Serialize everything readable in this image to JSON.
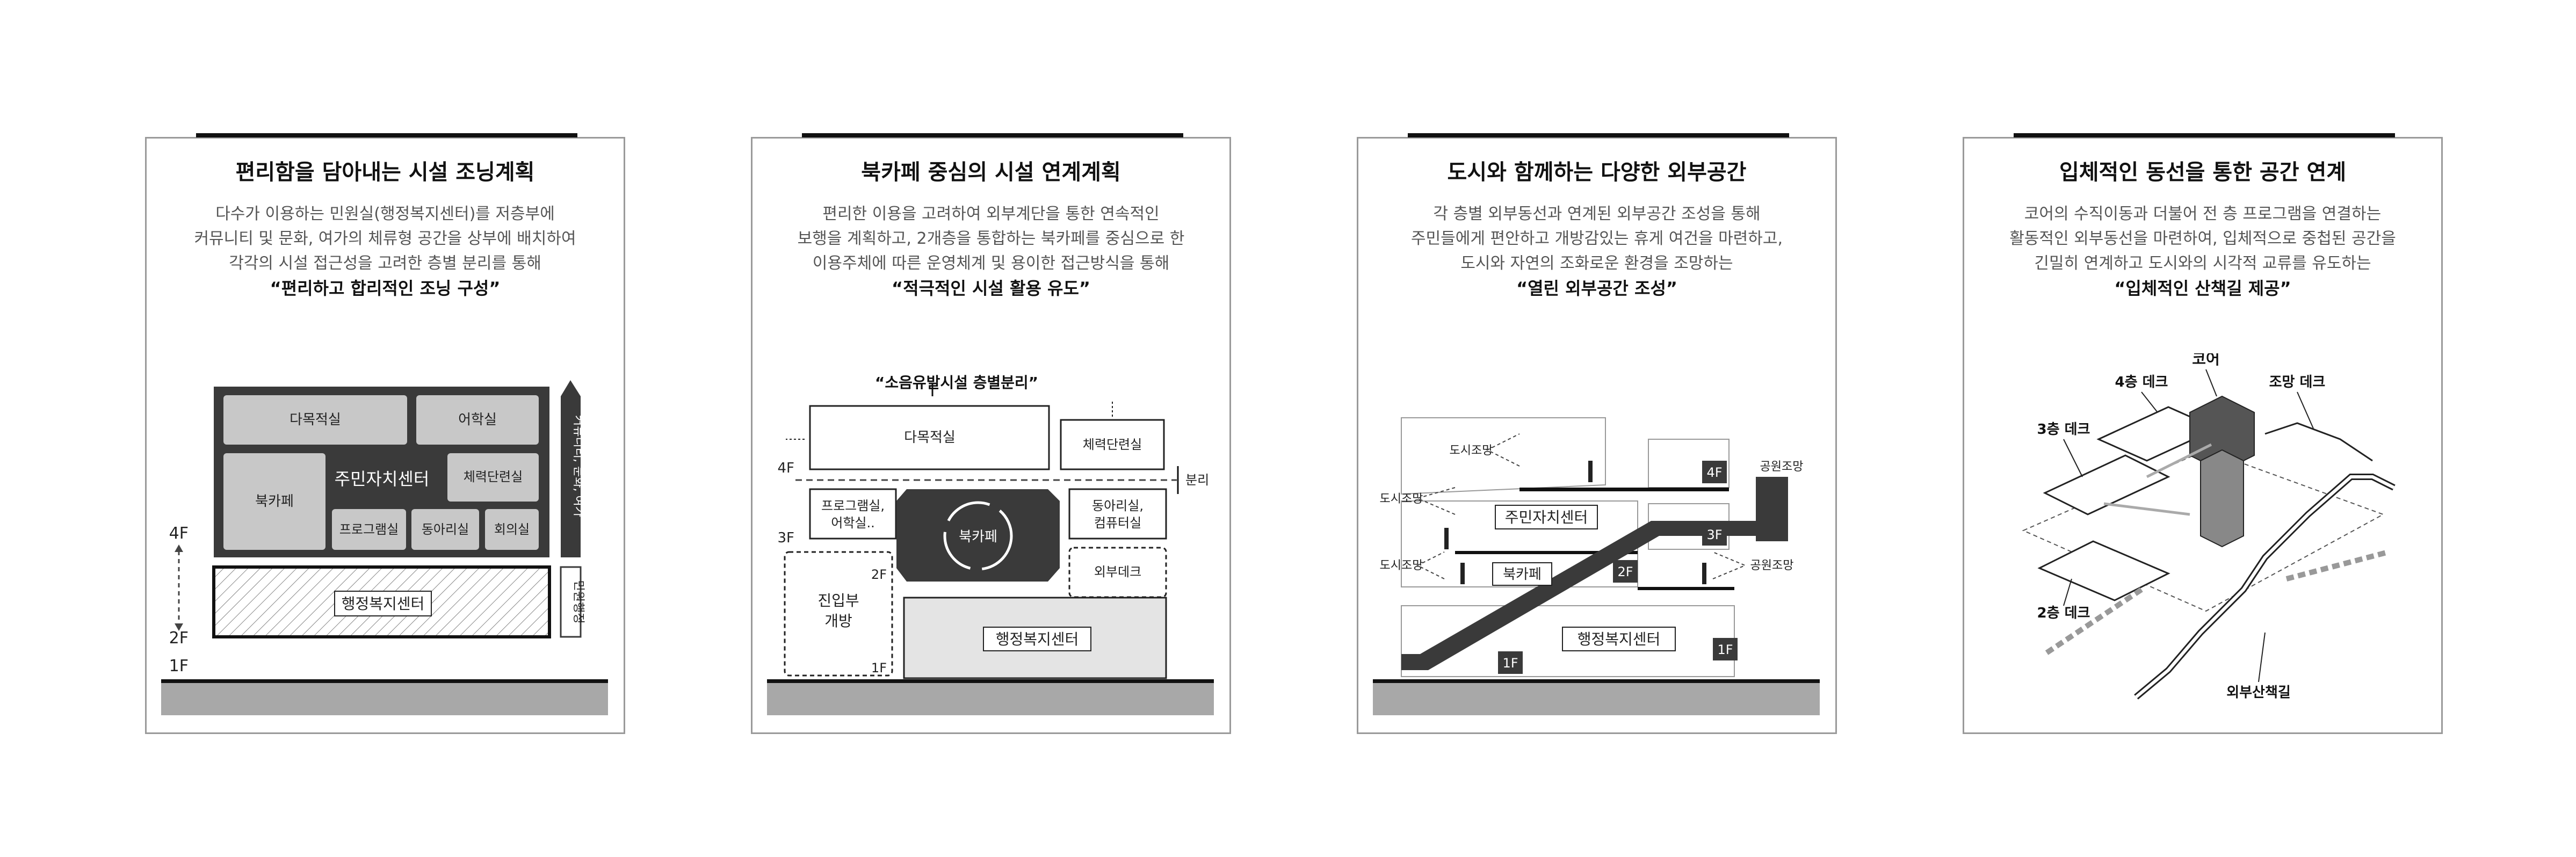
{
  "panels": [
    {
      "title": "편리함을 담아내는 시설 조닝계획",
      "desc": [
        "다수가 이용하는 민원실(행정복지센터)를 저층부에",
        "커뮤니티 및 문화, 여가의 체류형 공간을 상부에 배치하여",
        "각각의 시설 접근성을 고려한 층별 분리를 통해"
      ],
      "quote": "“편리하고 합리적인 조닝 구성”",
      "labels": {
        "f4": "4F",
        "f2": "2F",
        "f1": "1F",
        "multi": "다목적실",
        "lang": "어학실",
        "center": "주민자치센터",
        "fitness": "체력단련실",
        "bookcafe": "북카페",
        "program": "프로그램실",
        "club": "동아리실",
        "meeting": "회의실",
        "admin": "행정복지센터",
        "side_top": "커뮤니티, 문화, 여가",
        "side_bottom": "민원행정"
      }
    },
    {
      "title": "북카페 중심의 시설 연계계획",
      "desc": [
        "편리한 이용을 고려하여 외부계단을 통한 연속적인",
        "보행을 계획하고, 2개층을 통합하는 북카페를 중심으로 한",
        "이용주체에 따른 운영체계 및 용이한 접근방식을 통해"
      ],
      "quote": "“적극적인 시설 활용 유도”",
      "labels": {
        "noise": "“소음유발시설 층별분리”",
        "multi": "다목적실",
        "fitness": "체력단련실",
        "separate": "분리",
        "f4": "4F",
        "f3": "3F",
        "f2": "2F",
        "f1": "1F",
        "program": "프로그램실,",
        "program2": "어학실..",
        "bookcafe": "북카페",
        "club": "동아리실,",
        "club2": "컴퓨터실",
        "outdeck": "외부데크",
        "entry": "진입부",
        "entry2": "개방",
        "admin": "행정복지센터"
      }
    },
    {
      "title": "도시와 함께하는 다양한 외부공간",
      "desc": [
        "각 층별 외부동선과 연계된 외부공간 조성을 통해",
        "주민들에게 편안하고 개방감있는 휴게 여건을 마련하고,",
        "도시와 자연의 조화로운 환경을 조망하는"
      ],
      "quote": "“열린 외부공간 조성”",
      "labels": {
        "cityview": "도시조망",
        "parkview": "공원조망",
        "center": "주민자치센터",
        "bookcafe": "북카페",
        "admin": "행정복지센터",
        "f4": "4F",
        "f3": "3F",
        "f2": "2F",
        "f1": "1F"
      }
    },
    {
      "title": "입체적인 동선을 통한 공간 연계",
      "desc": [
        "코어의 수직이동과 더불어 전 층 프로그램을 연결하는",
        "활동적인 외부동선을 마련하여, 입체적으로 중첩된 공간을",
        "긴밀히 연계하고 도시와의 시각적 교류를 유도하는"
      ],
      "quote": "“입체적인 산책길 제공”",
      "labels": {
        "core": "코어",
        "deck4": "4층 데크",
        "viewdeck": "조망 데크",
        "deck3": "3층 데크",
        "deck2": "2층 데크",
        "walk": "외부산책길"
      }
    }
  ],
  "colors": {
    "dark": "#3a3a3a",
    "light": "#c8c8c8",
    "ground": "#a8a8a8",
    "accent": "#111111"
  }
}
